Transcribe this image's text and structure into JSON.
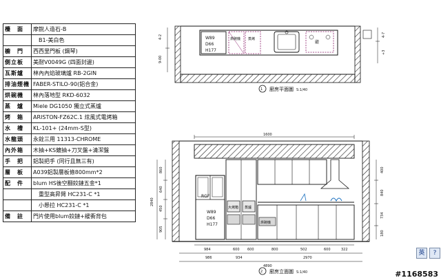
{
  "spec_table": [
    {
      "label": "檯　面",
      "value": "摩銳人造石-B"
    },
    {
      "label": "",
      "value": "B1-美白色"
    },
    {
      "label": "櫥　門",
      "value": "西西里門板 (鋼琴)"
    },
    {
      "label": "側立板",
      "value": "美耐V0049G (四面封邊)"
    },
    {
      "label": "瓦斯爐",
      "value": "林內內焰玻璃爐 RB-2GIN"
    },
    {
      "label": "排油煙機",
      "value": "FABER-STILO-90(鋁合金)"
    },
    {
      "label": "烘碗機",
      "value": "林內落地型 RKD-6032"
    },
    {
      "label": "蒸　爐",
      "value": "Miele DG1050 獨立式蒸爐"
    },
    {
      "label": "烤　箱",
      "value": "ARISTON-FZ62C.1 炫風式電烤箱"
    },
    {
      "label": "水　槽",
      "value": "KL-101+ (24mm-S型)"
    },
    {
      "label": "水龍頭",
      "value": "永銓三用 11313-CHROME"
    },
    {
      "label": "內外箱",
      "value": "木抽+KS鍍抽+刀叉盤+清潔盤"
    },
    {
      "label": "手　把",
      "value": "鋁製把手 (同行且無三有)"
    },
    {
      "label": "層　板",
      "value": "A039鋁製層板條800mm*2"
    },
    {
      "label": "配　件",
      "value": "blum HS後空翻鉸鏈五金*1"
    },
    {
      "label": "",
      "value": "重型高昇臂 HC231-C *1"
    },
    {
      "label": "",
      "value": "小懸拉 HC231-C *1"
    },
    {
      "label": "備　註",
      "value": "門片使用blum鉸鏈+緩衝背包"
    }
  ],
  "plan": {
    "title": "廚房平面圖",
    "scale": "S:1/40",
    "fridge": [
      "W89",
      "D66",
      "H177"
    ],
    "label_dishwasher": "烘碗機",
    "label_oven": "蒸烤",
    "label_sink_mark": "嵌",
    "left_dims": [
      "4-2",
      "9-00"
    ],
    "right_dims": [
      "4-7",
      "+3"
    ]
  },
  "elevation": {
    "title": "廚房立面圖",
    "scale": "S:1/40",
    "dim_top": "1600",
    "dim_left_total": "2840",
    "dim_left_parts": [
      "860",
      "640",
      "450",
      "905"
    ],
    "dim_right_parts": [
      "400",
      "840",
      "734",
      "180"
    ],
    "dim_bottom_row1": [
      "984",
      "600",
      "600",
      "800",
      "502",
      "600",
      "322"
    ],
    "dim_bottom_row2": [
      "986",
      "934",
      "2970"
    ],
    "dim_bottom_total": "4890",
    "fridge_brand": "RGF",
    "fridge": [
      "W89",
      "D66",
      "H177"
    ],
    "label_oven": "大烤箱",
    "label_steamer": "蒸爐",
    "label_dishwasher": "烘碗機"
  },
  "ui": {
    "btn_en": "英",
    "btn_help": "?"
  },
  "watermark": "#1168583"
}
